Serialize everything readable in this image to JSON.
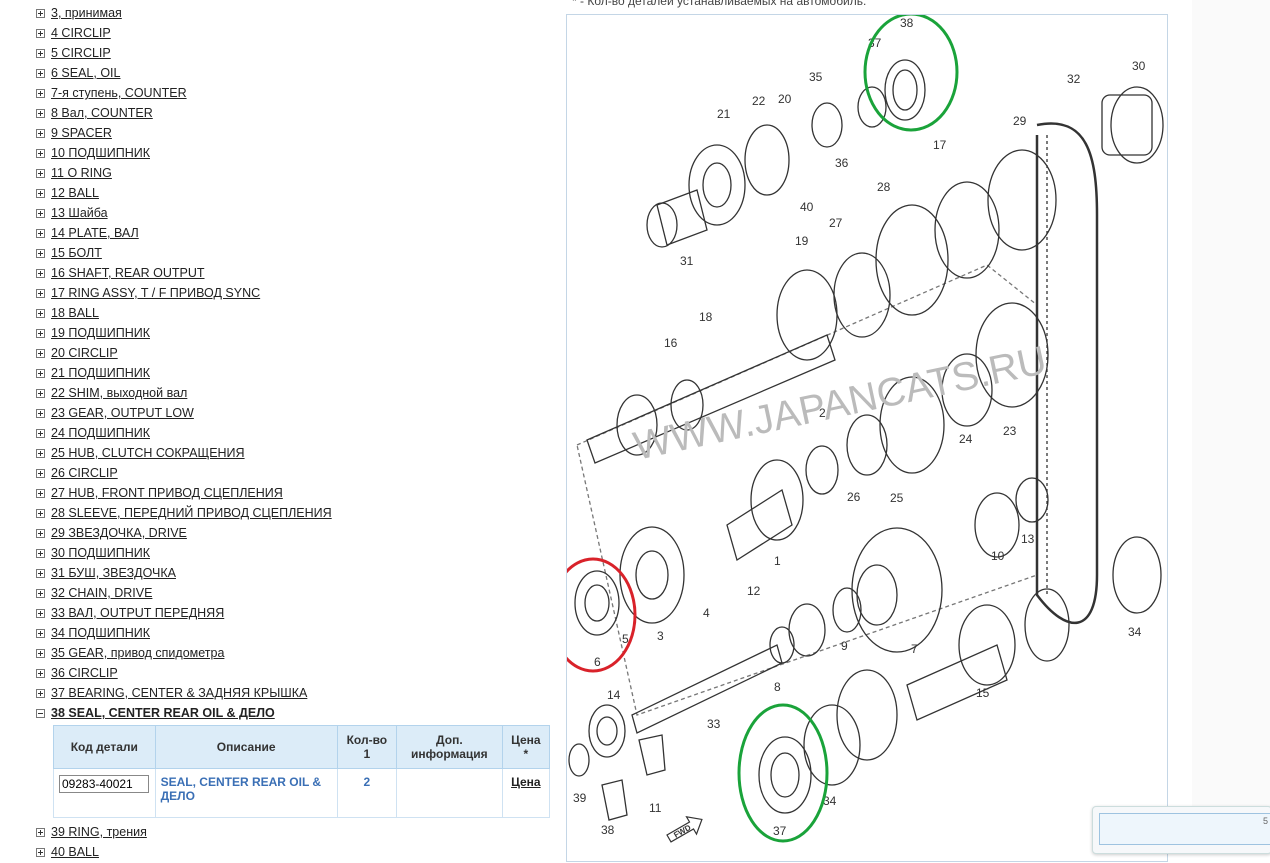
{
  "tree": {
    "items_before": [
      {
        "label": "3, принимая"
      },
      {
        "label": "4 CIRCLIP"
      },
      {
        "label": "5 CIRCLIP"
      },
      {
        "label": "6 SEAL, OIL"
      },
      {
        "label": "7-я ступень, COUNTER"
      },
      {
        "label": "8 Вал, COUNTER"
      },
      {
        "label": "9 SPACER"
      },
      {
        "label": "10 ПОДШИПНИК"
      },
      {
        "label": "11 O RING"
      },
      {
        "label": "12 BALL"
      },
      {
        "label": "13 Шайба"
      },
      {
        "label": "14 PLATE, ВАЛ"
      },
      {
        "label": "15 БОЛТ"
      },
      {
        "label": "16 SHAFT, REAR OUTPUT"
      },
      {
        "label": "17 RING ASSY, T / F ПРИВОД SYNC"
      },
      {
        "label": "18 BALL"
      },
      {
        "label": "19 ПОДШИПНИК"
      },
      {
        "label": "20 CIRCLIP"
      },
      {
        "label": "21 ПОДШИПНИК"
      },
      {
        "label": "22 SHIM, выходной вал"
      },
      {
        "label": "23 GEAR, OUTPUT LOW"
      },
      {
        "label": "24 ПОДШИПНИК"
      },
      {
        "label": "25 HUB, CLUTCH СОКРАЩЕНИЯ"
      },
      {
        "label": "26 CIRCLIP"
      },
      {
        "label": "27 HUB, FRONT ПРИВОД СЦЕПЛЕНИЯ"
      },
      {
        "label": "28 SLEEVE, ПЕРЕДНИЙ ПРИВОД СЦЕПЛЕНИЯ"
      },
      {
        "label": "29 ЗВЕЗДОЧКА, DRIVE"
      },
      {
        "label": "30 ПОДШИПНИК"
      },
      {
        "label": "31 БУШ, ЗВЕЗДОЧКА"
      },
      {
        "label": "32 CHAIN, DRIVE"
      },
      {
        "label": "33 ВАЛ, OUTPUT ПЕРЕДНЯЯ"
      },
      {
        "label": "34 ПОДШИПНИК"
      },
      {
        "label": "35 GEAR, привод спидометра"
      },
      {
        "label": "36 CIRCLIP"
      },
      {
        "label": "37 BEARING, CENTER & ЗАДНЯЯ КРЫШКА"
      }
    ],
    "expanded_item": {
      "label": "38 SEAL, CENTER REAR OIL & ДЕЛО"
    },
    "items_after": [
      {
        "label": "39 RING, трения"
      },
      {
        "label": "40 BALL"
      }
    ]
  },
  "detail_table": {
    "headers": {
      "code": "Код детали",
      "description": "Описание",
      "qty": "Кол-во\n1",
      "extra": "Доп. информация",
      "price": "Цена\n*"
    },
    "row": {
      "code": "09283-40021",
      "description": "SEAL, CENTER REAR OIL & ДЕЛО",
      "qty": "2",
      "extra": "",
      "price_link": "Цена"
    }
  },
  "note": "* - Кол-во деталей устанавливаемых на автомобиль.",
  "diagram": {
    "watermark": "WWW.JAPANCATS.RU",
    "fwd_label": "FWD",
    "part_numbers": [
      "38",
      "37",
      "35",
      "20",
      "22",
      "21",
      "36",
      "40",
      "31",
      "32",
      "30",
      "29",
      "17",
      "28",
      "27",
      "19",
      "18",
      "16",
      "2",
      "24",
      "23",
      "26",
      "25",
      "1",
      "4",
      "10",
      "13",
      "3",
      "5",
      "6",
      "12",
      "9",
      "7",
      "34",
      "14",
      "11",
      "39",
      "8",
      "33",
      "15",
      "38",
      "37",
      "34"
    ]
  },
  "popup": {
    "text": "5"
  },
  "colors": {
    "table_header_bg": "#dcecf8",
    "link_blue": "#3a6fb5",
    "highlight_green": "#1aa33a",
    "highlight_red": "#d9222a"
  }
}
